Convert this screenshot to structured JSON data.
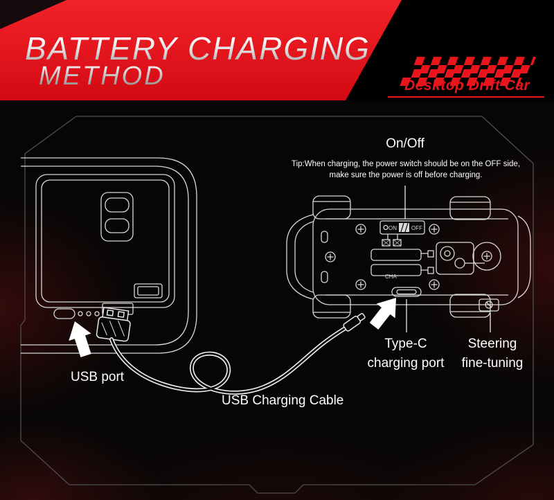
{
  "header": {
    "title_line1": "BATTERY CHARGING",
    "title_line2": "METHOD",
    "brand": "Desktop Drift Car"
  },
  "annotations": {
    "on_off_label": "On/Off",
    "tip_line1": "Tip:When charging, the power switch should be on the OFF side,",
    "tip_line2": "make sure the power is off before charging.",
    "type_c_line1": "Type-C",
    "type_c_line2": "charging port",
    "steering_line1": "Steering",
    "steering_line2": "fine-tuning",
    "usb_port_label": "USB port",
    "usb_cable_label": "USB Charging Cable"
  },
  "car_markings": {
    "switch_on": "ON",
    "switch_off": "OFF",
    "port_label": "CHA"
  },
  "icons": {
    "usb_arrow": "arrow-pointing-to-usb-port",
    "type_c_arrow": "arrow-pointing-to-type-c-port"
  },
  "colors": {
    "accent_red": "#e8151c",
    "background": "#060606",
    "line_art": "#d9d9d9",
    "text": "#ffffff"
  }
}
